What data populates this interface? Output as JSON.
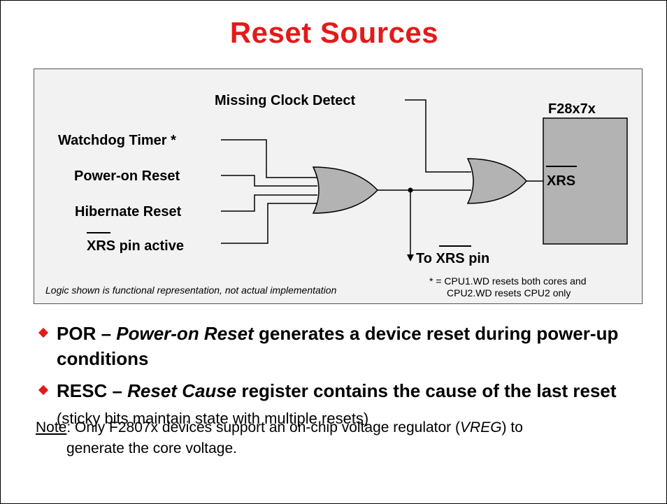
{
  "title": "Reset Sources",
  "diagram": {
    "inputs": {
      "missing_clock": "Missing Clock Detect",
      "watchdog": "Watchdog Timer *",
      "power_on": "Power-on Reset",
      "hibernate": "Hibernate Reset",
      "xrs_pin_bar": "XRS",
      "xrs_pin_rest": " pin active"
    },
    "device_label": "F28x7x",
    "device_pin": "XRS",
    "output_to": "To ",
    "output_bar": "XRS",
    "output_rest": " pin",
    "logic_note": "Logic shown is functional representation, not actual implementation",
    "footnote_line1": "* = CPU1.WD resets both cores and",
    "footnote_line2": "CPU2.WD resets CPU2 only"
  },
  "bullets": [
    {
      "lead": "POR – ",
      "italic": "Power-on Reset",
      "rest": " generates a device reset during power-up conditions",
      "extra": ""
    },
    {
      "lead": "RESC – ",
      "italic": "Reset Cause",
      "rest": " register contains the cause of the last reset",
      "extra": " (sticky bits maintain state with multiple resets)"
    }
  ],
  "note": {
    "label": "Note",
    "text1": ": Only F2807x devices support an on-chip voltage regulator (",
    "italic": "VREG",
    "text2": ") to",
    "line2": "generate the core voltage."
  }
}
